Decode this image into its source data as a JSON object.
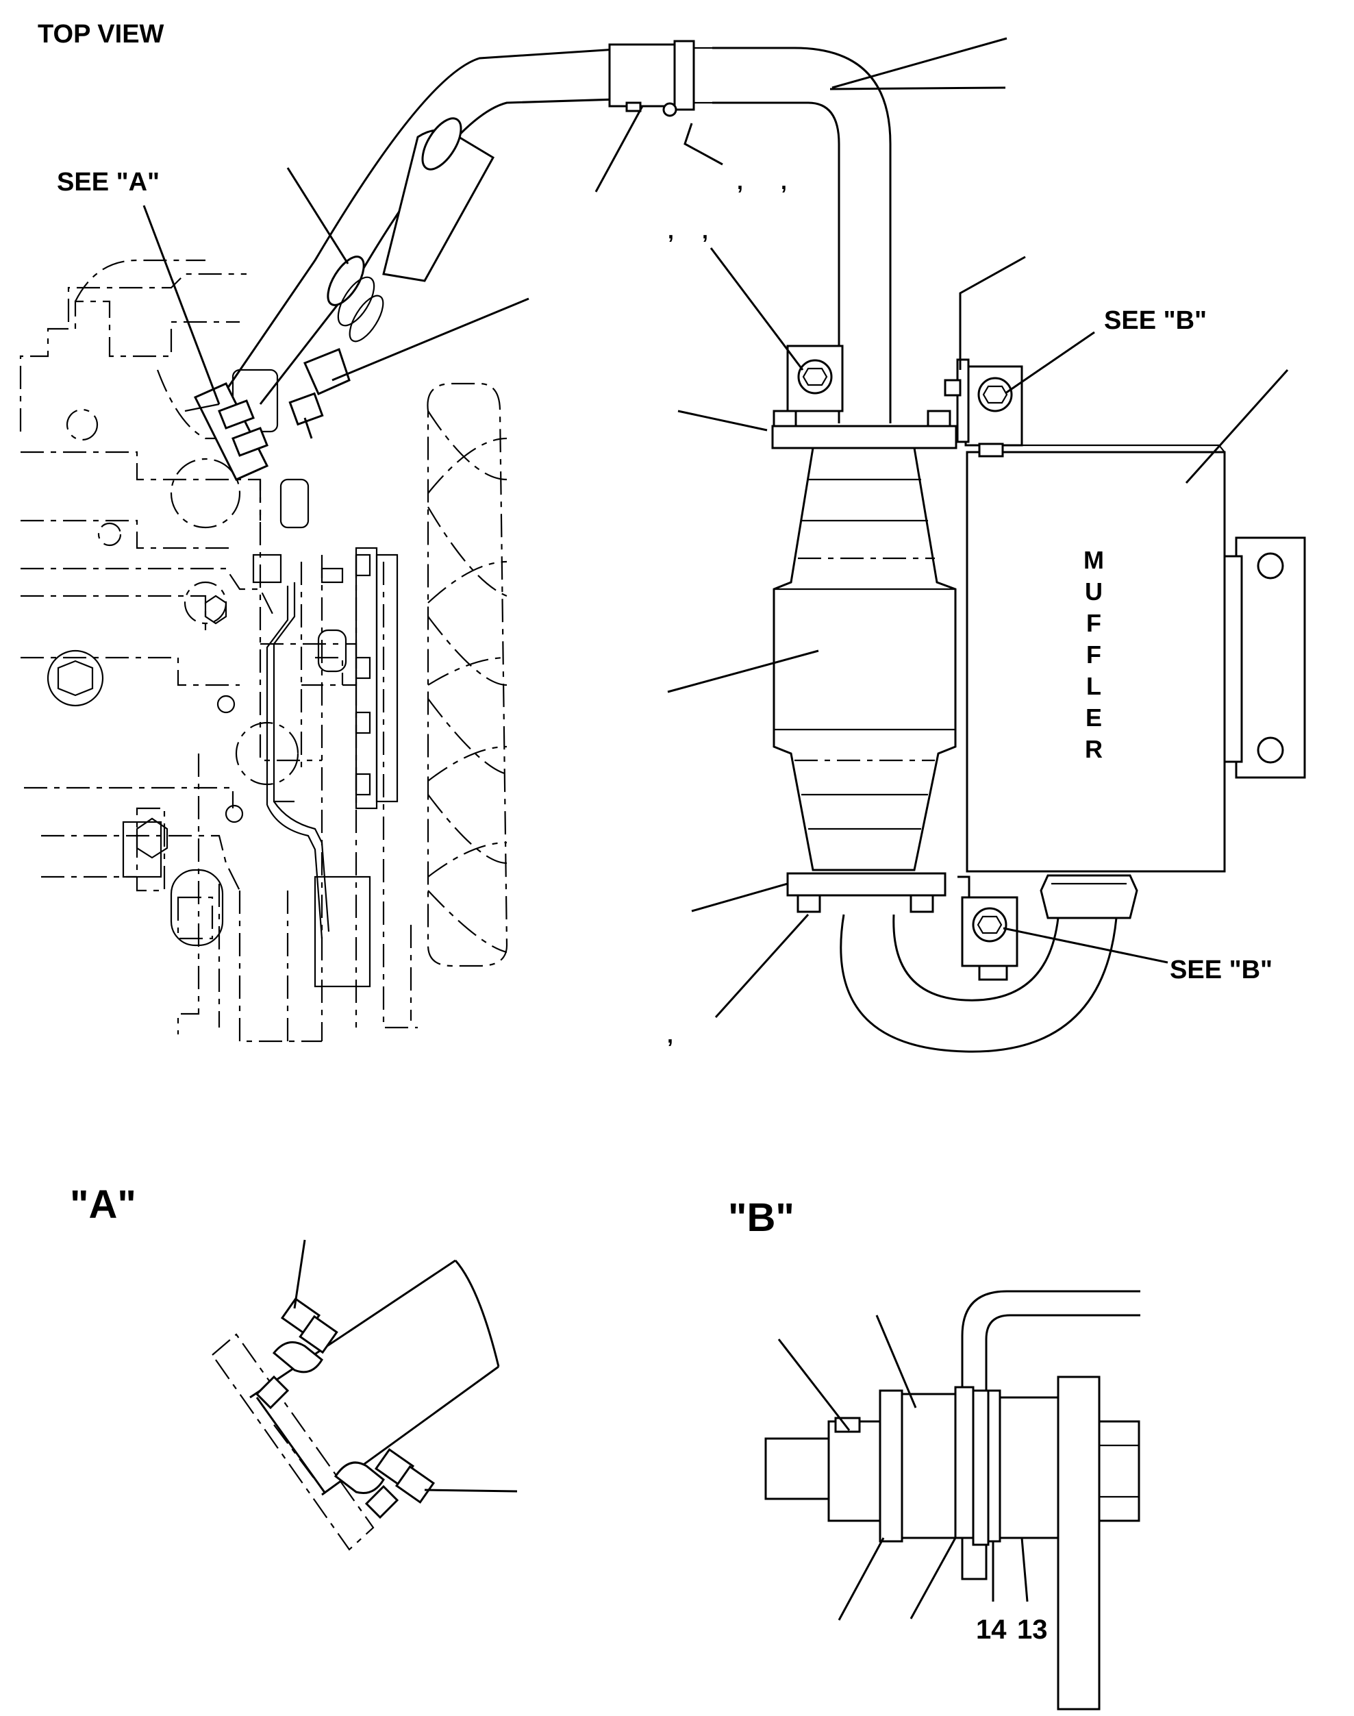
{
  "labels": {
    "top_view": "TOP VIEW",
    "see_a": "SEE \"A\"",
    "see_b_upper": "SEE \"B\"",
    "see_b_lower": "SEE \"B\"",
    "detail_a": "\"A\"",
    "detail_b": "\"B\"",
    "muffler_letters": [
      "M",
      "U",
      "F",
      "F",
      "L",
      "E",
      "R"
    ],
    "ref_14": "14",
    "ref_13": "13",
    "comma_marks": [
      ",",
      ",",
      ",",
      ",",
      ","
    ]
  }
}
